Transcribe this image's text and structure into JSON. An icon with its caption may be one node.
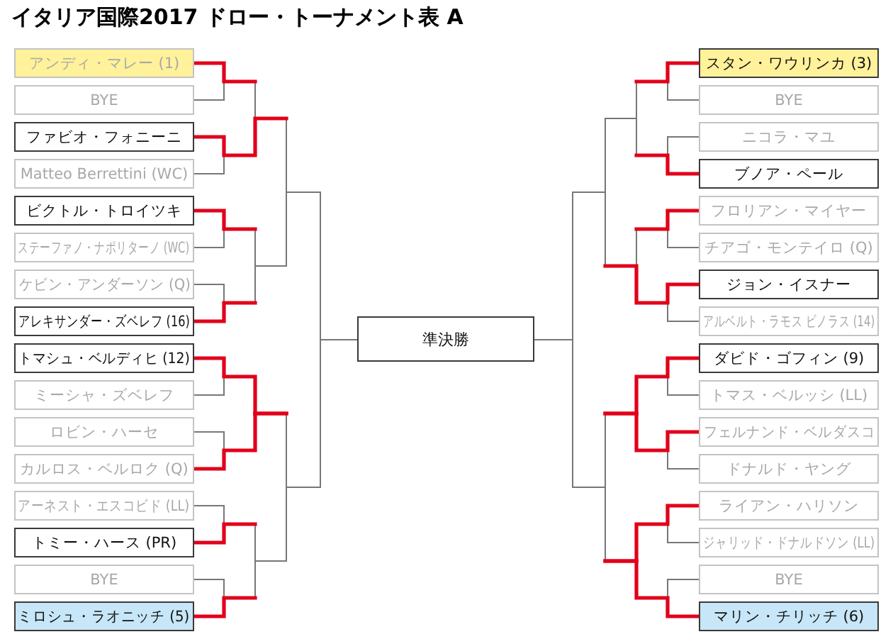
{
  "diagram": {
    "title": "イタリア国際2017 ドロー・トーナメント表 A",
    "nodes": [
      {
        "text": [
          "アンディ・マレー (1)"
        ]
      },
      {
        "text": [
          "BYE"
        ]
      },
      {
        "text": [
          "ファビオ・フォニーニ"
        ]
      },
      {
        "text": [
          "Matteo Berrettini (WC)"
        ]
      },
      {
        "text": [
          "ビクトル・トロイツキ"
        ]
      },
      {
        "text": [
          "ステーファノ・ナポリターノ (WC)"
        ]
      },
      {
        "text": [
          "ケビン・アンダーソン (Q)"
        ]
      },
      {
        "text": [
          "アレキサンダー・ズベレフ (16)"
        ]
      },
      {
        "text": [
          "トマシュ・ベルディヒ (12)"
        ]
      },
      {
        "text": [
          "ミーシャ・ズベレフ"
        ]
      },
      {
        "text": [
          "ロビン・ハーセ"
        ]
      },
      {
        "text": [
          "カルロス・ベルロク (Q)"
        ]
      },
      {
        "text": [
          "アーネスト・エスコビド (LL)"
        ]
      },
      {
        "text": [
          "トミー・ハース (PR)"
        ]
      },
      {
        "text": [
          "BYE"
        ]
      },
      {
        "text": [
          "ミロシュ・ラオニッチ (5)"
        ]
      },
      {
        "text": [
          "スタン・ワウリンカ (3)"
        ]
      },
      {
        "text": [
          "BYE"
        ]
      },
      {
        "text": [
          "ニコラ・マユ"
        ]
      },
      {
        "text": [
          "ブノア・ペール"
        ]
      },
      {
        "text": [
          "フロリアン・マイヤー"
        ]
      },
      {
        "text": [
          "チアゴ・モンテイロ (Q)"
        ]
      },
      {
        "text": [
          "ジョン・イスナー"
        ]
      },
      {
        "text": [
          "アルベルト・ラモス ビノラス (14)"
        ]
      },
      {
        "text": [
          "ダビド・ゴフィン (9)"
        ]
      },
      {
        "text": [
          "トマス・ベルッシ (LL)"
        ]
      },
      {
        "text": [
          "フェルナンド・ベルダスコ"
        ]
      },
      {
        "text": [
          "ドナルド・ヤング"
        ]
      },
      {
        "text": [
          "ライアン・ハリソン"
        ]
      },
      {
        "text": [
          "ジャリッド・ドナルドソン (LL)"
        ]
      },
      {
        "text": [
          "BYE"
        ]
      },
      {
        "text": [
          "マリン・チリッチ (6)"
        ]
      },
      {
        "text": [
          "準決勝"
        ]
      }
    ],
    "edges": [
      {
        "from": 0,
        "to": 32,
        "arrow": "none"
      },
      {
        "from": 1,
        "to": 32,
        "arrow": "none"
      },
      {
        "from": 2,
        "to": 32,
        "arrow": "none"
      },
      {
        "from": 3,
        "to": 32,
        "arrow": "none"
      },
      {
        "from": 4,
        "to": 32,
        "arrow": "none"
      },
      {
        "from": 5,
        "to": 32,
        "arrow": "none"
      },
      {
        "from": 6,
        "to": 32,
        "arrow": "none"
      },
      {
        "from": 7,
        "to": 32,
        "arrow": "none"
      },
      {
        "from": 8,
        "to": 32,
        "arrow": "none"
      },
      {
        "from": 9,
        "to": 32,
        "arrow": "none"
      },
      {
        "from": 10,
        "to": 32,
        "arrow": "none"
      },
      {
        "from": 11,
        "to": 32,
        "arrow": "none"
      },
      {
        "from": 12,
        "to": 32,
        "arrow": "none"
      },
      {
        "from": 13,
        "to": 32,
        "arrow": "none"
      },
      {
        "from": 14,
        "to": 32,
        "arrow": "none"
      },
      {
        "from": 15,
        "to": 32,
        "arrow": "none"
      },
      {
        "from": 16,
        "to": 32,
        "arrow": "none"
      },
      {
        "from": 17,
        "to": 32,
        "arrow": "none"
      },
      {
        "from": 18,
        "to": 32,
        "arrow": "none"
      },
      {
        "from": 19,
        "to": 32,
        "arrow": "none"
      },
      {
        "from": 20,
        "to": 32,
        "arrow": "none"
      },
      {
        "from": 21,
        "to": 32,
        "arrow": "none"
      },
      {
        "from": 22,
        "to": 32,
        "arrow": "none"
      },
      {
        "from": 23,
        "to": 32,
        "arrow": "none"
      },
      {
        "from": 24,
        "to": 32,
        "arrow": "none"
      },
      {
        "from": 25,
        "to": 32,
        "arrow": "none"
      },
      {
        "from": 26,
        "to": 32,
        "arrow": "none"
      },
      {
        "from": 27,
        "to": 32,
        "arrow": "none"
      },
      {
        "from": 28,
        "to": 32,
        "arrow": "none"
      },
      {
        "from": 29,
        "to": 32,
        "arrow": "none"
      },
      {
        "from": 30,
        "to": 32,
        "arrow": "none"
      },
      {
        "from": 31,
        "to": 32,
        "arrow": "none"
      },
      {
        "from": 8,
        "to": 11,
        "arrow": "none",
        "style": "thick",
        "color": "#e2001a"
      },
      {
        "from": 24,
        "to": 26,
        "arrow": "none",
        "style": "thick",
        "color": "#e2001a"
      },
      {
        "from": 28,
        "to": 31,
        "arrow": "none",
        "style": "thick",
        "color": "#e2001a"
      }
    ]
  }
}
